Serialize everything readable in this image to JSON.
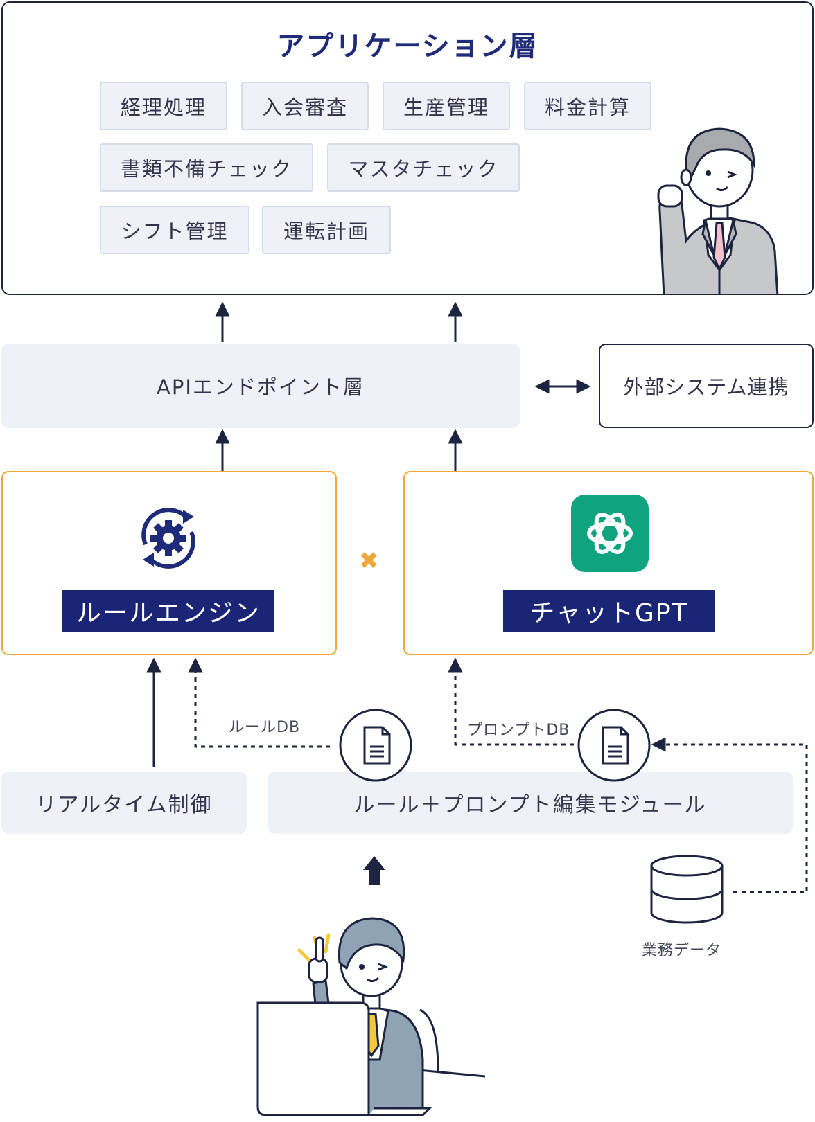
{
  "app_layer": {
    "title": "アプリケーション層",
    "items": [
      "経理処理",
      "入会審査",
      "生産管理",
      "料金計算",
      "書類不備チェック",
      "マスタチェック",
      "シフト管理",
      "運転計画"
    ]
  },
  "api_layer": {
    "label": "APIエンドポイント層"
  },
  "external": {
    "label": "外部システム連携"
  },
  "rule_engine": {
    "label": "ルールエンジン"
  },
  "chatgpt": {
    "label": "チャットGPT"
  },
  "cross_symbol": "✖",
  "rule_db": {
    "label": "ルールDB"
  },
  "prompt_db": {
    "label": "プロンプトDB"
  },
  "realtime": {
    "label": "リアルタイム制御"
  },
  "editor": {
    "label": "ルール＋プロンプト編集モジュール"
  },
  "business_data": {
    "label": "業務データ"
  },
  "colors": {
    "navy": "#1b2576",
    "orange": "#f2a73b",
    "panel_bg": "#eef1f8",
    "openai_green": "#10a37f",
    "dark_line": "#1d2440"
  }
}
